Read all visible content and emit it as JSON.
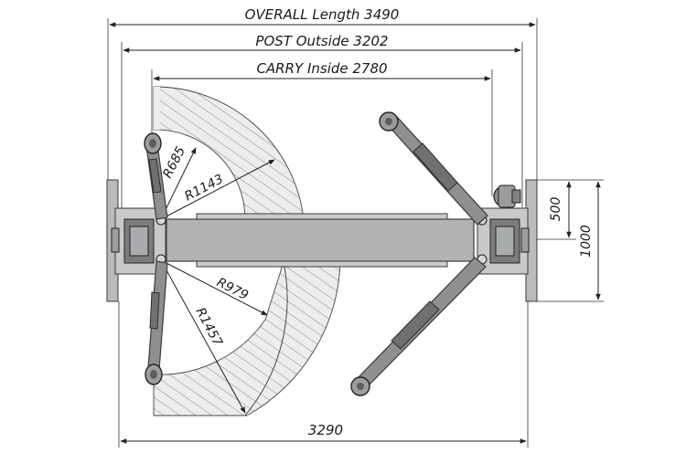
{
  "dimensions": {
    "overall_length": "OVERALL Length 3490",
    "post_outside": "POST Outside 3202",
    "carry_inside": "CARRY Inside 2780",
    "bottom_width": "3290",
    "post_depth_500": "500",
    "post_depth_1000": "1000"
  },
  "radii": {
    "r685": "R685",
    "r1143": "R1143",
    "r979": "R979",
    "r1457": "R1457"
  },
  "colors": {
    "arm": "#8d8f91",
    "beam": "#b2b3b5",
    "hatch": "#8a8a8a",
    "line": "#222222"
  }
}
